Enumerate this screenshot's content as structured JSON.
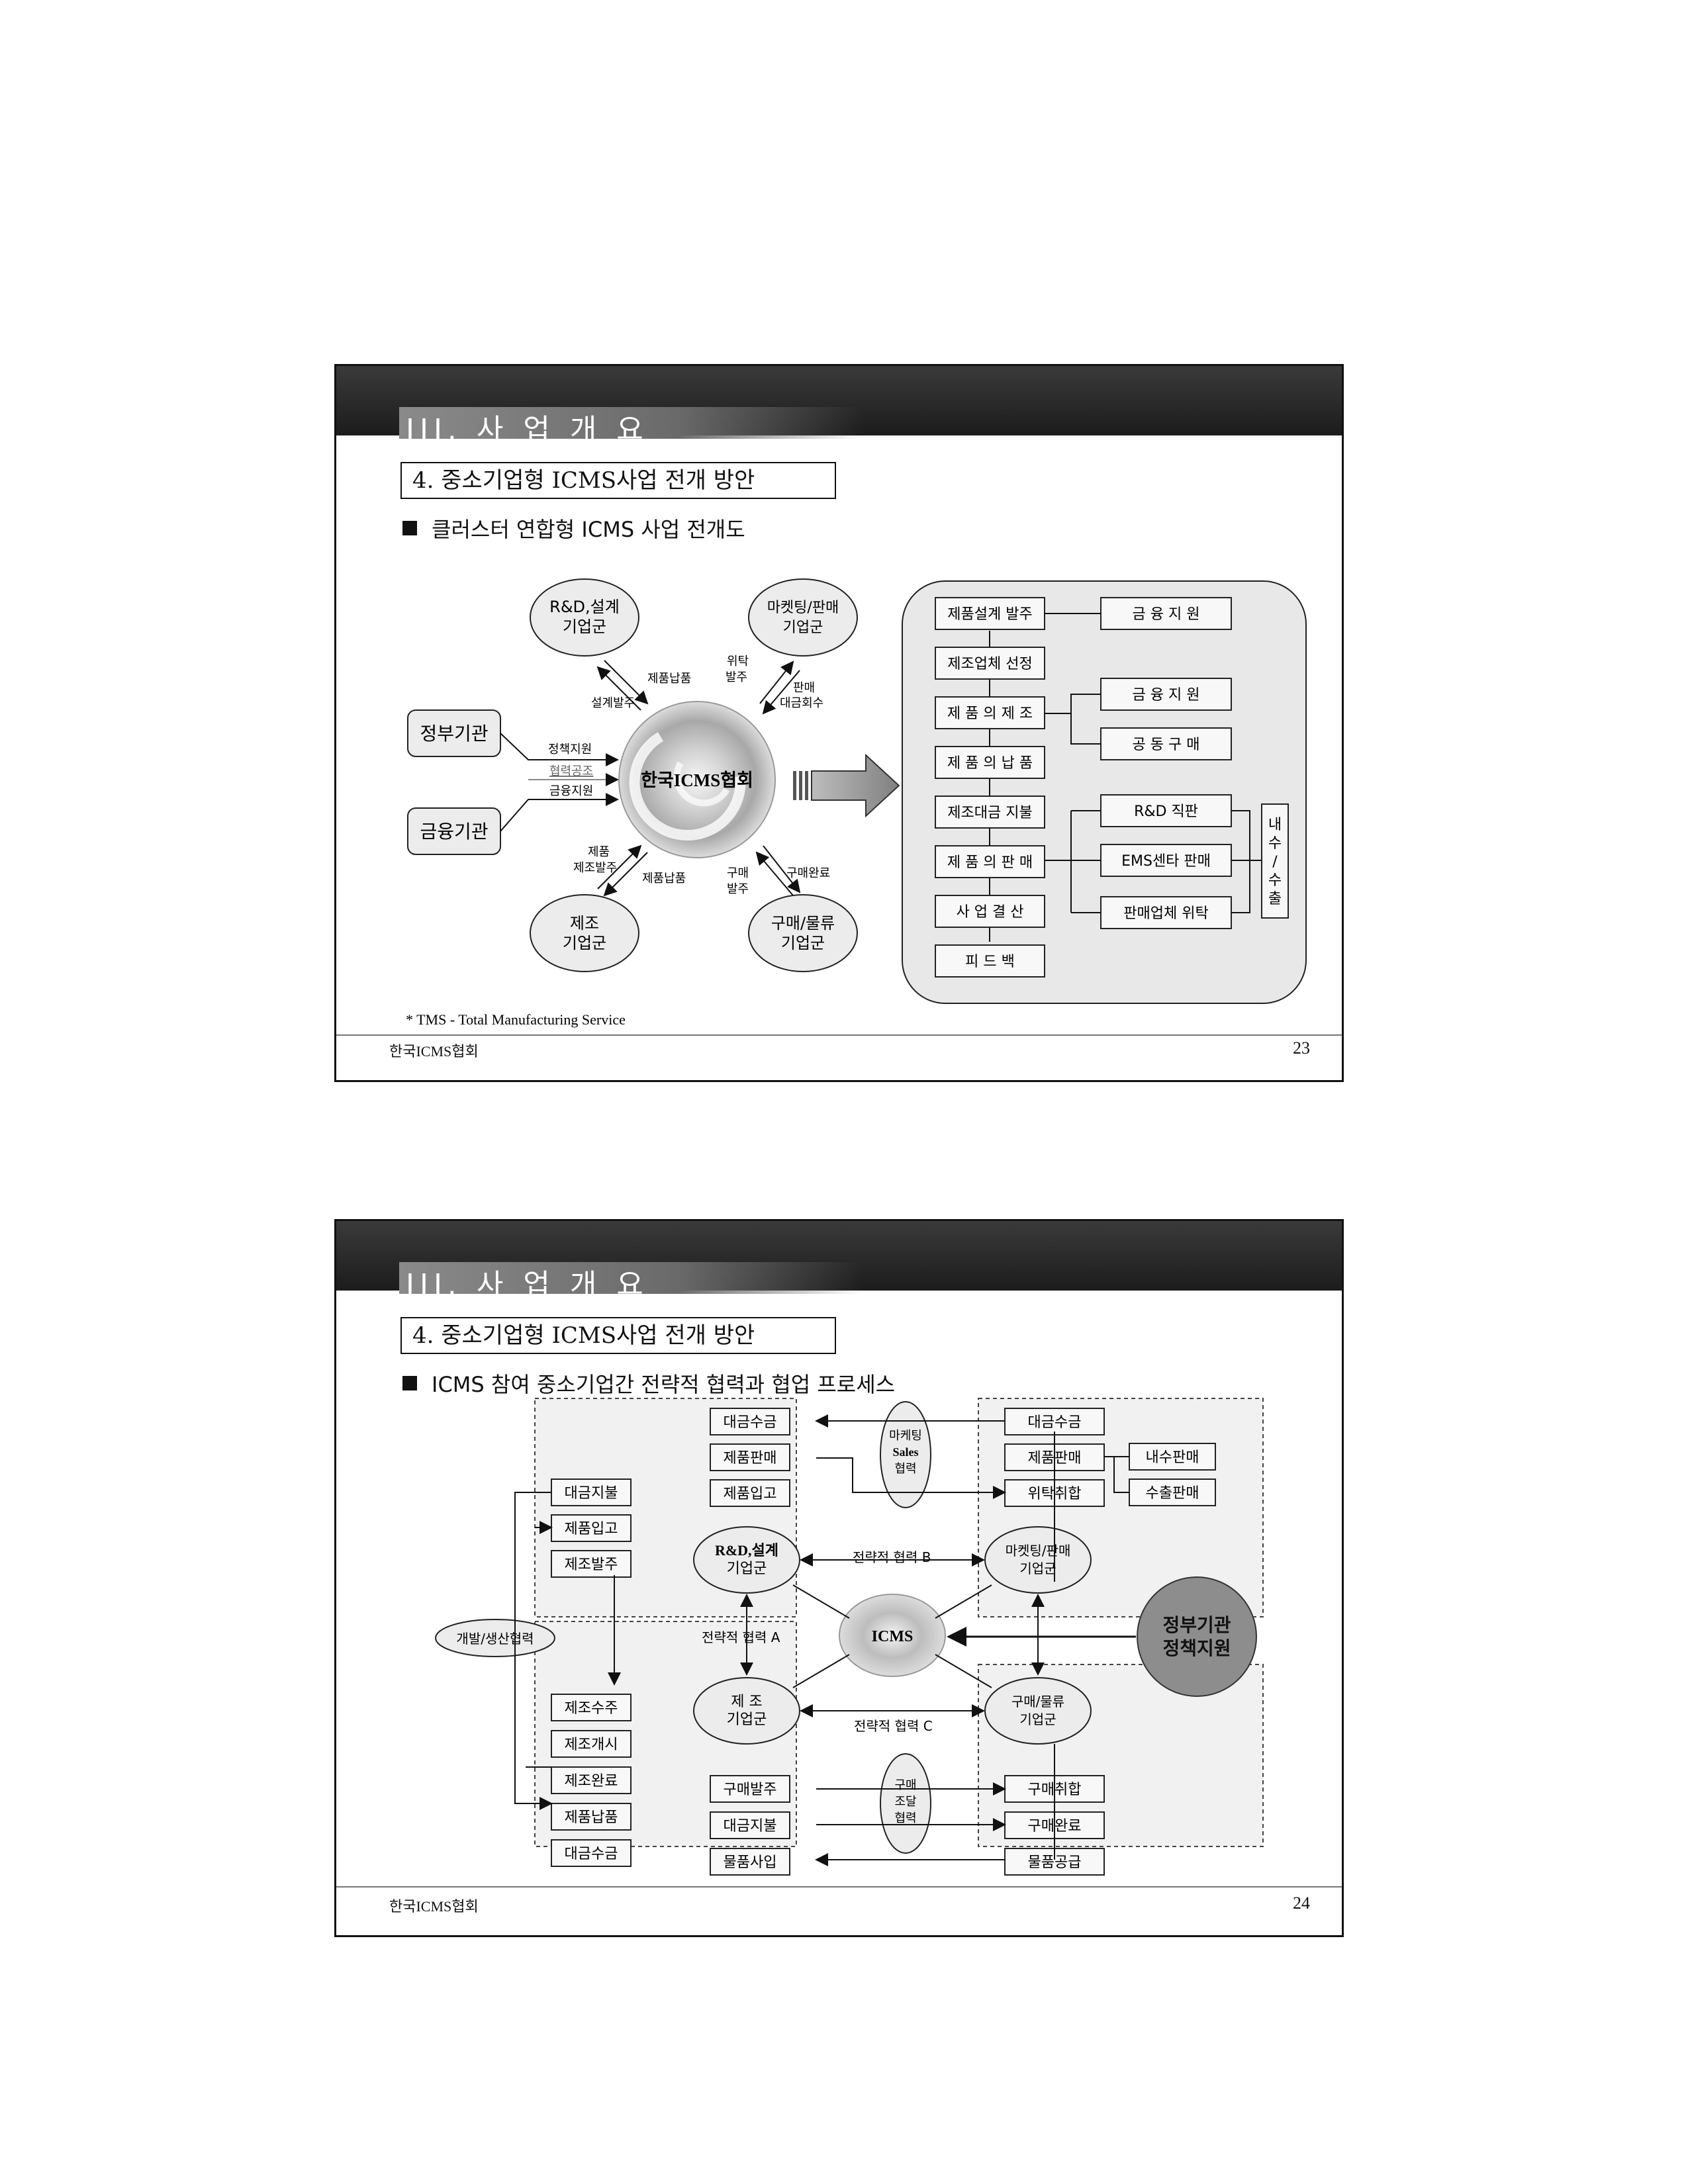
{
  "slide1": {
    "section_title": "III. 사 업 개 요",
    "subhead": "4. 중소기업형 ICMS사업 전개 방안",
    "bullet": "클러스터 연합형 ICMS 사업 전개도",
    "center": "한국ICMS협회",
    "nodes": {
      "rnd": [
        "R&D,설계",
        "기업군"
      ],
      "mkt": [
        "마켓팅/판매",
        "기업군"
      ],
      "mfg": [
        "제조",
        "기업군"
      ],
      "buy": [
        "구매/물류",
        "기업군"
      ],
      "gov": "정부기관",
      "fin": "금융기관"
    },
    "edge_labels": {
      "e1": "제품납품",
      "e2": "설계발주",
      "e3": [
        "위탁",
        "발주"
      ],
      "e4": [
        "판매",
        "대금회수"
      ],
      "e5": "정책지원",
      "e6": "협력공조",
      "e7": "금융지원",
      "e8": [
        "제품",
        "제조발주"
      ],
      "e9": "제품납품",
      "e10": [
        "구매",
        "발주"
      ],
      "e11": "구매완료"
    },
    "process_steps": [
      "제품설계 발주",
      "제조업체 선정",
      "제 품 의 제 조",
      "제 품 의 납 품",
      "제조대금 지불",
      "제 품 의 판 매",
      "사 업 결 산",
      "피 드 백"
    ],
    "side_boxes": [
      "금 융 지 원",
      "금 융 지 원",
      "공 동 구 매",
      "R&D 직판",
      "EMS센타 판매",
      "판매업체 위탁"
    ],
    "side_vertical": [
      "내",
      "수",
      "/",
      "수",
      "출"
    ],
    "footnote": "* TMS - Total Manufacturing Service",
    "footer_left": "한국ICMS협회",
    "page_number": "23"
  },
  "slide2": {
    "section_title": "III. 사 업 개 요",
    "subhead": "4. 중소기업형 ICMS사업 전개 방안",
    "bullet": "ICMS 참여 중소기업간 전략적 협력과 협업 프로세스",
    "center": "ICMS",
    "left_boxes": [
      "대금지불",
      "제품입고",
      "제조발주"
    ],
    "left_bottom_boxes": [
      "제조수주",
      "제조개시",
      "제조완료",
      "제품납품",
      "대금수금"
    ],
    "mid_top_boxes": [
      "대금수금",
      "제품판매",
      "제품입고"
    ],
    "mid_bottom_boxes": [
      "구매발주",
      "대금지불",
      "물품사입"
    ],
    "right_top_boxes": [
      "대금수금",
      "제품판매",
      "위탁취합"
    ],
    "right_far_boxes": [
      "내수판매",
      "수출판매"
    ],
    "right_bottom_boxes": [
      "구매취합",
      "구매완료",
      "물품공급"
    ],
    "ellipse_rnd": [
      "R&D,설계",
      "기업군"
    ],
    "ellipse_mkt": [
      "마켓팅/판매",
      "기업군"
    ],
    "ellipse_mfg": [
      "제 조",
      "기업군"
    ],
    "ellipse_buy": [
      "구매/물류",
      "기업군"
    ],
    "ellipse_sales": [
      "마케팅",
      "Sales",
      "협력"
    ],
    "ellipse_proc": [
      "구매",
      "조달",
      "협력"
    ],
    "ellipse_dev": "개발/생산협력",
    "gov_circle": [
      "정부기관",
      "정책지원"
    ],
    "strat_a": "전략적 협력 A",
    "strat_b": "전략적 협력 B",
    "strat_c": "전략적 협력 C",
    "footer_left": "한국ICMS협회",
    "page_number": "24"
  }
}
